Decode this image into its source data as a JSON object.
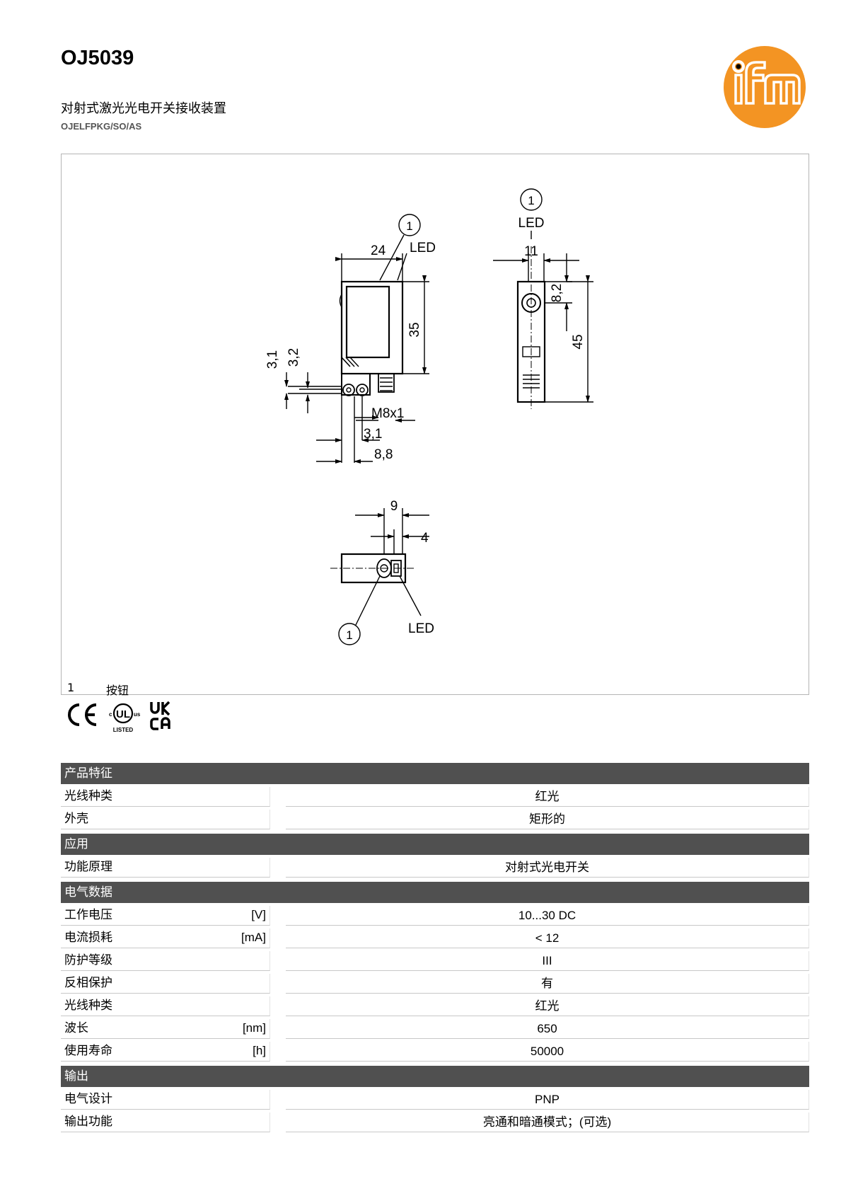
{
  "header": {
    "title": "OJ5039",
    "subtitle": "对射式激光光电开关接收装置",
    "code": "OJELFPKG/SO/AS"
  },
  "drawing": {
    "callout": "1",
    "led": "LED",
    "dims": {
      "w24": "24",
      "h35": "35",
      "d3_1a": "3,1",
      "d3_2": "3,2",
      "m8": "M8x1",
      "d3_1b": "3,1",
      "d8_8": "8,8",
      "w11": "11",
      "d8_2": "8,2",
      "h45": "45",
      "w9": "9",
      "w4": "4"
    },
    "note_number": "1",
    "note_text": "按钮"
  },
  "certifications": [
    "CE",
    "cULus LISTED",
    "UKCA"
  ],
  "colors": {
    "logo": "#f39423",
    "section_bg": "#505050"
  },
  "sections": [
    {
      "title": "产品特征",
      "rows": [
        {
          "label": "光线种类",
          "unit": "",
          "value": "红光"
        },
        {
          "label": "外壳",
          "unit": "",
          "value": "矩形的"
        }
      ]
    },
    {
      "title": "应用",
      "rows": [
        {
          "label": "功能原理",
          "unit": "",
          "value": "对射式光电开关"
        }
      ]
    },
    {
      "title": "电气数据",
      "rows": [
        {
          "label": "工作电压",
          "unit": "[V]",
          "value": "10...30 DC"
        },
        {
          "label": "电流损耗",
          "unit": "[mA]",
          "value": "< 12"
        },
        {
          "label": "防护等级",
          "unit": "",
          "value": "III"
        },
        {
          "label": "反相保护",
          "unit": "",
          "value": "有"
        },
        {
          "label": "光线种类",
          "unit": "",
          "value": "红光"
        },
        {
          "label": "波长",
          "unit": "[nm]",
          "value": "650"
        },
        {
          "label": "使用寿命",
          "unit": "[h]",
          "value": "50000"
        }
      ]
    },
    {
      "title": "输出",
      "rows": [
        {
          "label": "电气设计",
          "unit": "",
          "value": "PNP"
        },
        {
          "label": "输出功能",
          "unit": "",
          "value": "亮通和暗通模式；(可选)"
        }
      ]
    }
  ]
}
